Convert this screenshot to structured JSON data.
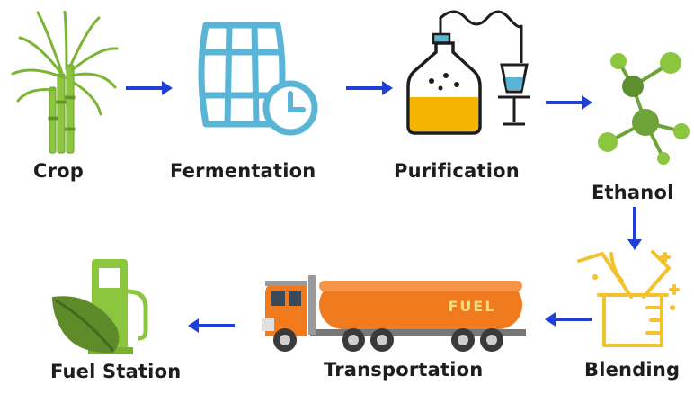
{
  "steps": [
    {
      "id": "crop",
      "label": "Crop",
      "icon": "sugarcane-icon"
    },
    {
      "id": "fermentation",
      "label": "Fermentation",
      "icon": "barrel-clock-icon"
    },
    {
      "id": "purification",
      "label": "Purification",
      "icon": "distillation-flask-icon"
    },
    {
      "id": "ethanol",
      "label": "Ethanol",
      "icon": "molecule-icon"
    },
    {
      "id": "blending",
      "label": "Blending",
      "icon": "beaker-icon"
    },
    {
      "id": "transportation",
      "label": "Transportation",
      "icon": "fuel-tanker-truck-icon"
    },
    {
      "id": "fuel_station",
      "label": "Fuel Station",
      "icon": "fuel-pump-leaf-icon"
    }
  ],
  "truck_tank_text": "FUEL",
  "colors": {
    "arrow": "#1f3fd6",
    "label": "#1d1d1d",
    "cane_green": "#8cc63f",
    "barrel_blue": "#5ab4d6",
    "flask_yellow": "#f4b400",
    "molecule_green": "#6ea33a",
    "beaker_yellow": "#f2c230",
    "tank_orange": "#f07a1e",
    "pump_green": "#8cc63f"
  }
}
